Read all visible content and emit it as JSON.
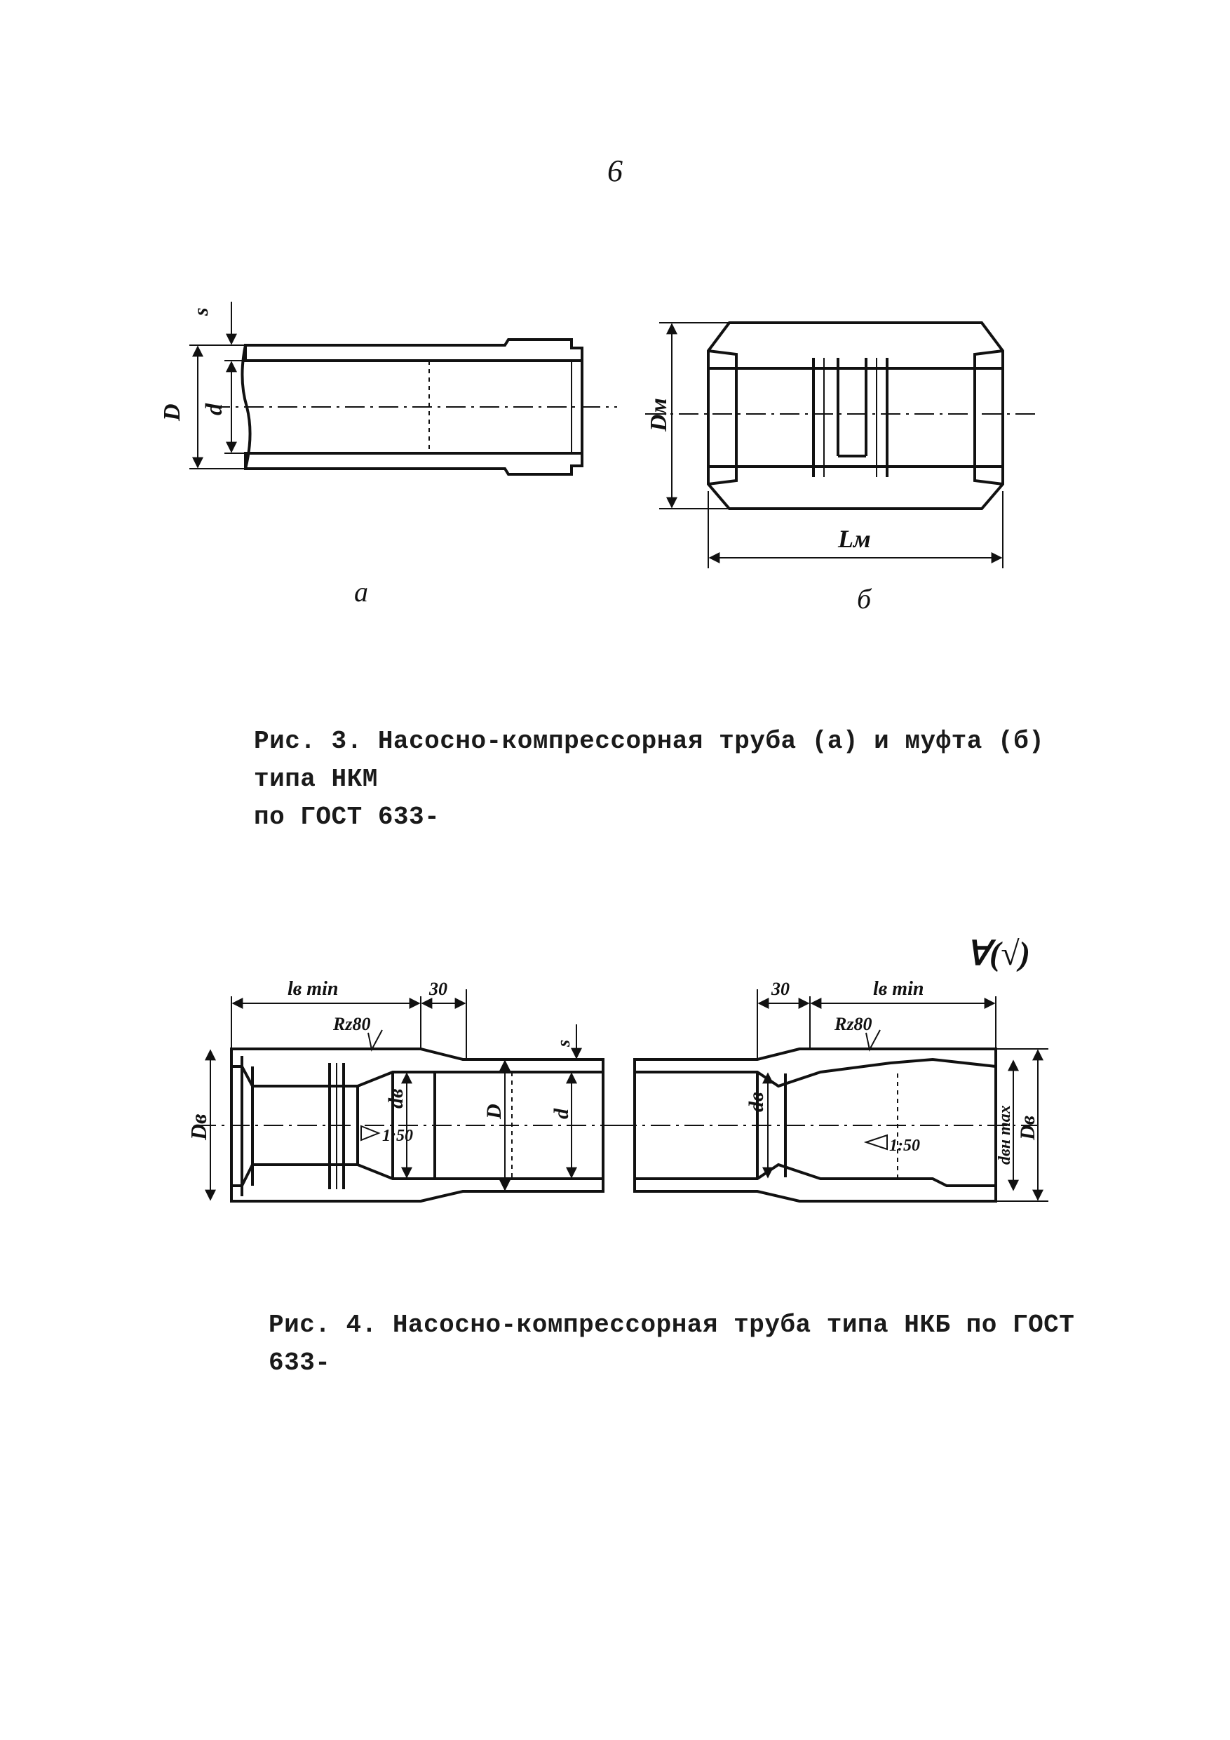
{
  "page_number": "6",
  "figure3": {
    "labels": {
      "s": "s",
      "D": "D",
      "d": "d",
      "Dm": "Dм",
      "Lm": "Lм"
    },
    "sub_a": "a",
    "sub_b": "б",
    "caption_line1": "Рис. 3. Насосно-компрессорная труба (а) и муфта (б) типа НКМ",
    "caption_line2": "по ГОСТ 633-"
  },
  "figure4": {
    "labels": {
      "lv_min_left": "lв min",
      "lv_min_right": "lв min",
      "dim30_left": "30",
      "dim30_right": "30",
      "rz80_left": "Rz80",
      "rz80_right": "Rz80",
      "s": "s",
      "Dv_left": "Dв",
      "dv_left": "dв",
      "D": "D",
      "d": "d",
      "taper_left": "1:50",
      "dv_right": "dв",
      "taper_right": "1:50",
      "dvn_max": "dвн max",
      "Dv_right": "Dв",
      "roughness_mark": "∀(√)"
    },
    "caption": "Рис. 4. Насосно-компрессорная труба типа НКБ по ГОСТ 633-"
  }
}
